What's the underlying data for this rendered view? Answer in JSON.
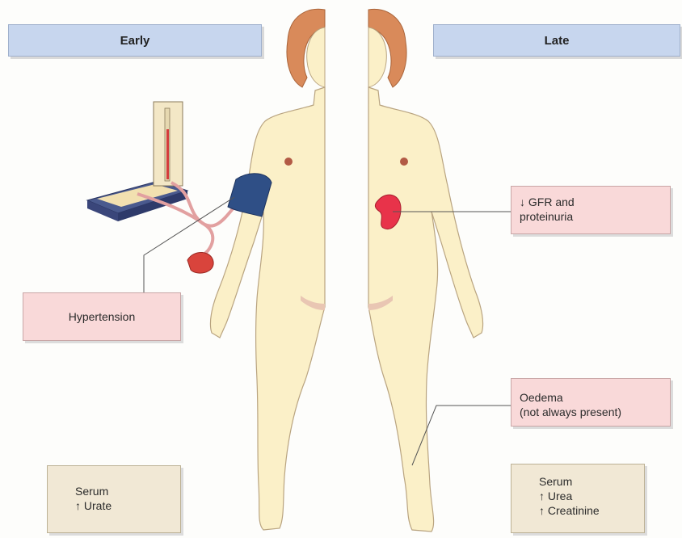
{
  "headers": {
    "early": "Early",
    "late": "Late"
  },
  "labels": {
    "hypertension": "Hypertension",
    "gfr_line1": "↓ GFR and",
    "gfr_line2": "proteinuria",
    "oedema_line1": "Oedema",
    "oedema_line2": "(not always present)",
    "serum_early_line1": "Serum",
    "serum_early_line2": "↑ Urate",
    "serum_late_line1": "Serum",
    "serum_late_line2": "↑ Urea",
    "serum_late_line3": "↑ Creatinine"
  },
  "colors": {
    "header_fill": "#c7d6ee",
    "label_pink": "#f9d9d9",
    "label_tan": "#f1e8d5",
    "skin": "#fbf0c8",
    "hair": "#d98a5a",
    "kidney": "#e8334a",
    "cuff": "#2f4f86"
  }
}
